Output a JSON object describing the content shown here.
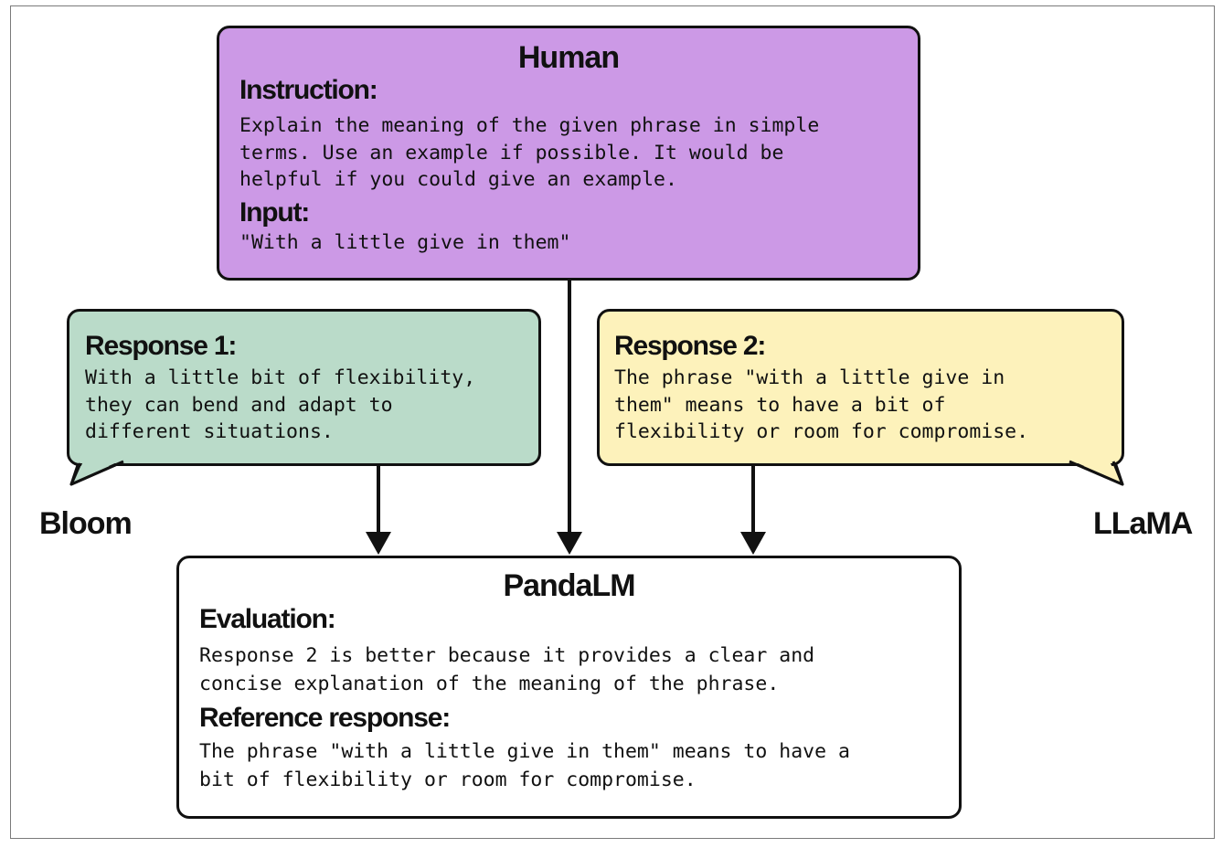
{
  "colors": {
    "human": "#cc99e6",
    "response1": "#badbc9",
    "response2": "#fdf2bb",
    "pandalm": "#ffffff",
    "outline": "#111111"
  },
  "human": {
    "title": "Human",
    "instruction_heading": "Instruction:",
    "instruction_text": "Explain the meaning of the given phrase in simple\nterms. Use an example if possible. It would be\nhelpful if you could give an example.",
    "input_heading": "Input:",
    "input_text": "\"With a little give in them\""
  },
  "response1": {
    "heading": "Response 1:",
    "text": "With a little bit of flexibility,\nthey can bend and adapt to\ndifferent situations.",
    "speaker": "Bloom"
  },
  "response2": {
    "heading": "Response 2:",
    "text": "The phrase \"with a little give in\nthem\" means to have a bit of\nflexibility or room for compromise.",
    "speaker": "LLaMA"
  },
  "pandalm": {
    "title": "PandaLM",
    "evaluation_heading": "Evaluation:",
    "evaluation_text": "Response 2 is better because it provides a clear and\nconcise explanation of the meaning of the phrase.",
    "reference_heading": "Reference response:",
    "reference_text": "The phrase \"with a little give in them\" means to have a\nbit of flexibility or room for compromise."
  }
}
